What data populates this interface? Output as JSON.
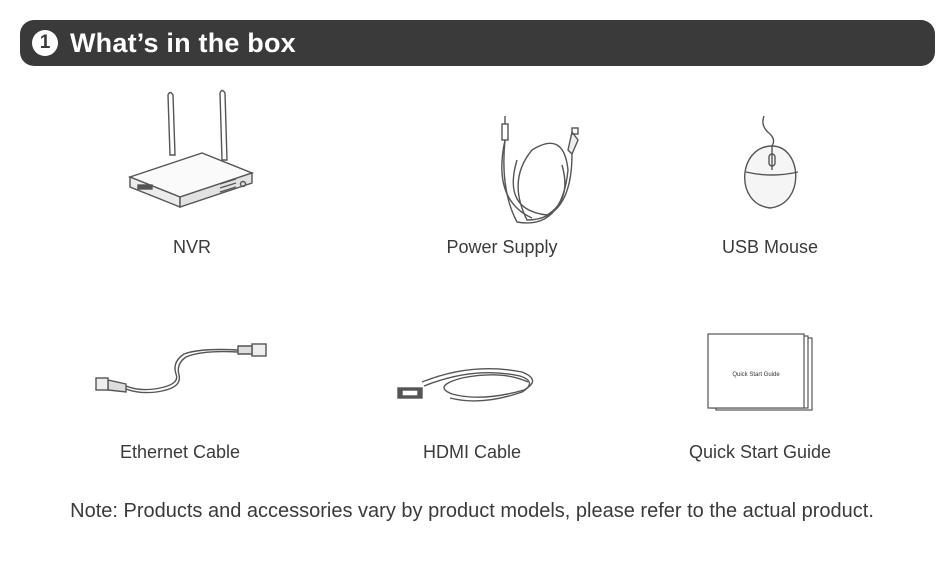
{
  "header": {
    "number": "1",
    "title": "What’s in the box"
  },
  "items": [
    {
      "label": "NVR",
      "icon": "nvr-icon"
    },
    {
      "label": "Power Supply",
      "icon": "power-supply-icon"
    },
    {
      "label": "USB Mouse",
      "icon": "usb-mouse-icon"
    },
    {
      "label": "Ethernet Cable",
      "icon": "ethernet-cable-icon"
    },
    {
      "label": "HDMI Cable",
      "icon": "hdmi-cable-icon"
    },
    {
      "label": "Quick Start Guide",
      "icon": "quick-start-guide-icon",
      "cover_text": "Quick Start Guide"
    }
  ],
  "note": "Note: Products and accessories vary by product models, please refer to the actual product.",
  "colors": {
    "header_bg": "#3a3a3a",
    "text": "#3a3a3a",
    "line": "#555555"
  }
}
